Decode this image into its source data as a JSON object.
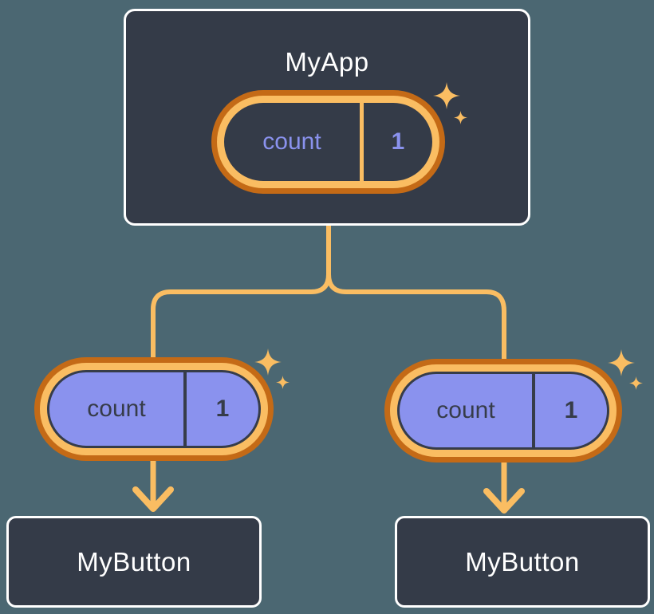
{
  "diagram": {
    "parent": {
      "title": "MyApp",
      "state": {
        "name": "count",
        "value": "1"
      }
    },
    "children": [
      {
        "title": "MyButton",
        "prop": {
          "name": "count",
          "value": "1"
        }
      },
      {
        "title": "MyButton",
        "prop": {
          "name": "count",
          "value": "1"
        }
      }
    ],
    "colors": {
      "background": "#4B6772",
      "component_fill": "#343B48",
      "component_border": "#FFFFFF",
      "pill_ring_outer": "#C46A16",
      "pill_ring_inner": "#FABD62",
      "prop_fill": "#8A92EE",
      "state_text": "#8A92EE",
      "prop_text": "#363C49",
      "connector": "#FABD62",
      "title_text": "#FFFFFF"
    }
  }
}
